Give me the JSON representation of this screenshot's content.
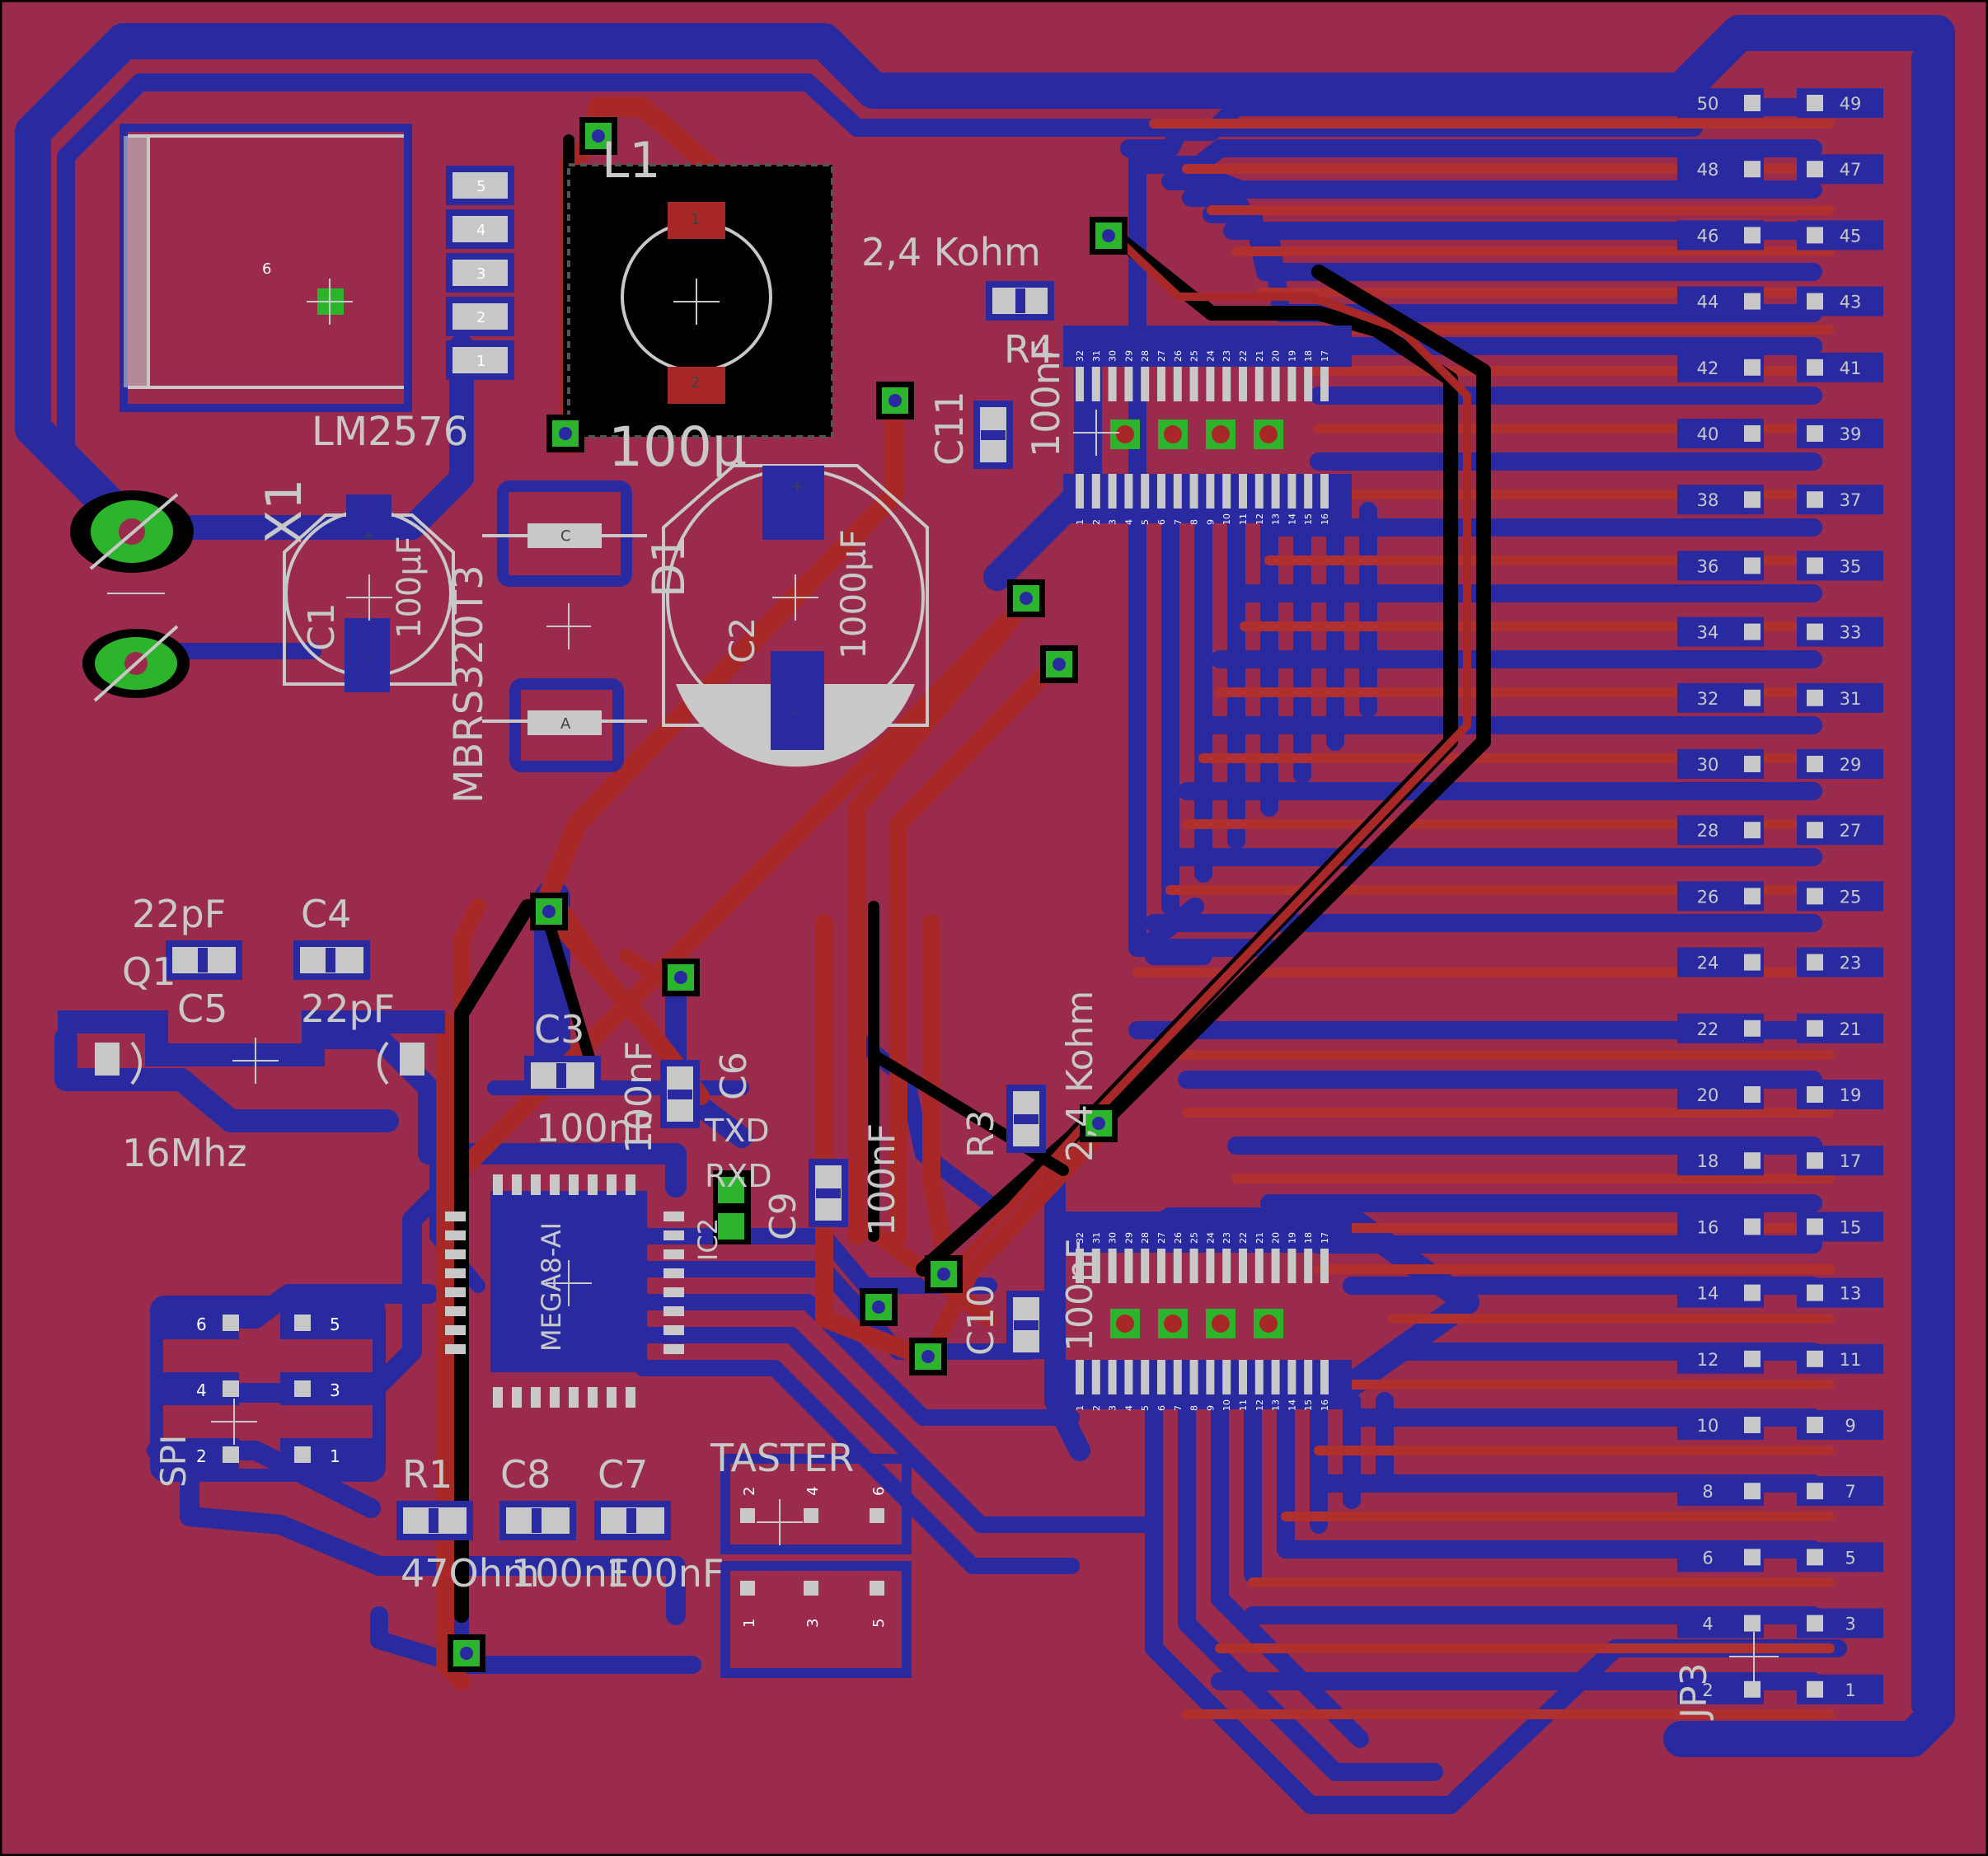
{
  "colors": {
    "board": "#9a2b4c",
    "bottom_copper": "#2a2aa0",
    "top_copper": "#a82828",
    "silkscreen": "#c8c8c8",
    "pad": "#c8c8c8",
    "via_ring": "#2cb52c",
    "outline": "#000000"
  },
  "labels": {
    "lm2576": "LM2576",
    "l1": "L1",
    "l1_value": "100µ",
    "x1": "X1",
    "c1": "C1",
    "c1_value": "100µF",
    "d1_part": "MBRS320T3",
    "d1": "D1",
    "c2": "C2",
    "c2_value": "1000µF",
    "r4_value": "2,4 Kohm",
    "r4": "R4",
    "c11": "C11",
    "c11_value": "100nF",
    "q1_value": "22pF",
    "c4": "C4",
    "q1": "Q1",
    "c5": "C5",
    "c5_value": "22pF",
    "crystal": "16Mhz",
    "c3": "C3",
    "c3_value": "100nF",
    "c6_value": "100nF",
    "c6": "C6",
    "txd": "TXD",
    "rxd": "RXD",
    "ic2": "IC2",
    "c9": "C9",
    "c9_value": "100nF",
    "mcu": "MEGA8-AI",
    "r3": "R3",
    "r3_value": "2,4 Kohm",
    "c10": "C10",
    "c10_value": "100nF",
    "spi": "SPI",
    "r1": "R1",
    "c8": "C8",
    "c7": "C7",
    "r1_value": "47Ohm",
    "c8_value": "100nF",
    "c7_value": "100nF",
    "taster": "TASTER",
    "jp3": "JP3",
    "lm_pins": [
      "5",
      "4",
      "3",
      "2",
      "1",
      "6"
    ],
    "spi_pins": [
      "6",
      "5",
      "4",
      "3",
      "2",
      "1"
    ],
    "taster_pins": [
      "2",
      "4",
      "6",
      "1",
      "3",
      "5"
    ],
    "jp3_left": [
      "50",
      "48",
      "46",
      "44",
      "42",
      "40",
      "38",
      "36",
      "34",
      "32",
      "30",
      "28",
      "26",
      "24",
      "22",
      "20",
      "18",
      "16",
      "14",
      "12",
      "10",
      "8",
      "6",
      "4",
      "2"
    ],
    "jp3_right": [
      "49",
      "47",
      "45",
      "43",
      "41",
      "39",
      "37",
      "35",
      "33",
      "31",
      "29",
      "27",
      "25",
      "23",
      "21",
      "19",
      "17",
      "15",
      "13",
      "11",
      "9",
      "7",
      "5",
      "3",
      "1"
    ],
    "fpc_top_upper": [
      "32",
      "31",
      "30",
      "29",
      "28",
      "27",
      "26",
      "25",
      "24",
      "23",
      "22",
      "21",
      "20",
      "19",
      "18",
      "17"
    ],
    "fpc_top_lower": [
      "1",
      "2",
      "3",
      "4",
      "5",
      "6",
      "7",
      "8",
      "9",
      "10",
      "11",
      "12",
      "13",
      "14",
      "15",
      "16"
    ],
    "fpc_bot_upper": [
      "32",
      "31",
      "30",
      "29",
      "28",
      "27",
      "26",
      "25",
      "24",
      "23",
      "22",
      "21",
      "20",
      "19",
      "18",
      "17"
    ],
    "fpc_bot_lower": [
      "1",
      "2",
      "3",
      "4",
      "5",
      "6",
      "7",
      "8",
      "9",
      "10",
      "11",
      "12",
      "13",
      "14",
      "15",
      "16"
    ],
    "cap_pins": [
      "1",
      "2"
    ],
    "diode_pins": [
      "C",
      "A"
    ],
    "polarity": [
      "+",
      "-"
    ]
  }
}
